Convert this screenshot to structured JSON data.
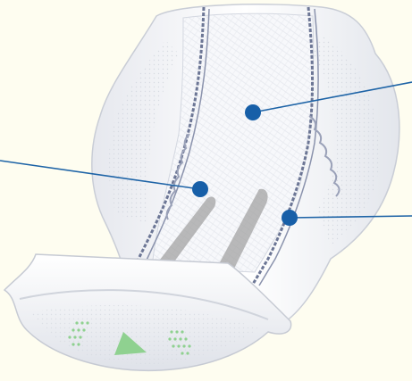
{
  "image": {
    "subject": "incontinence-pad-illustration",
    "background_color": "#fefdf0",
    "pad_color": "#f3f4f7",
    "pad_shadow_color": "#d3d7e0",
    "elastic_color": "#6c7695",
    "leader_line_color": "#1d63a6",
    "marker_color": "#175fa8",
    "indicator_color": "#8fd190",
    "stripe_color": "#a3a3a3"
  },
  "callouts": [
    {
      "id": "top-sheet",
      "direction": "right"
    },
    {
      "id": "absorbent-core",
      "direction": "left"
    },
    {
      "id": "leak-guard",
      "direction": "right"
    }
  ]
}
